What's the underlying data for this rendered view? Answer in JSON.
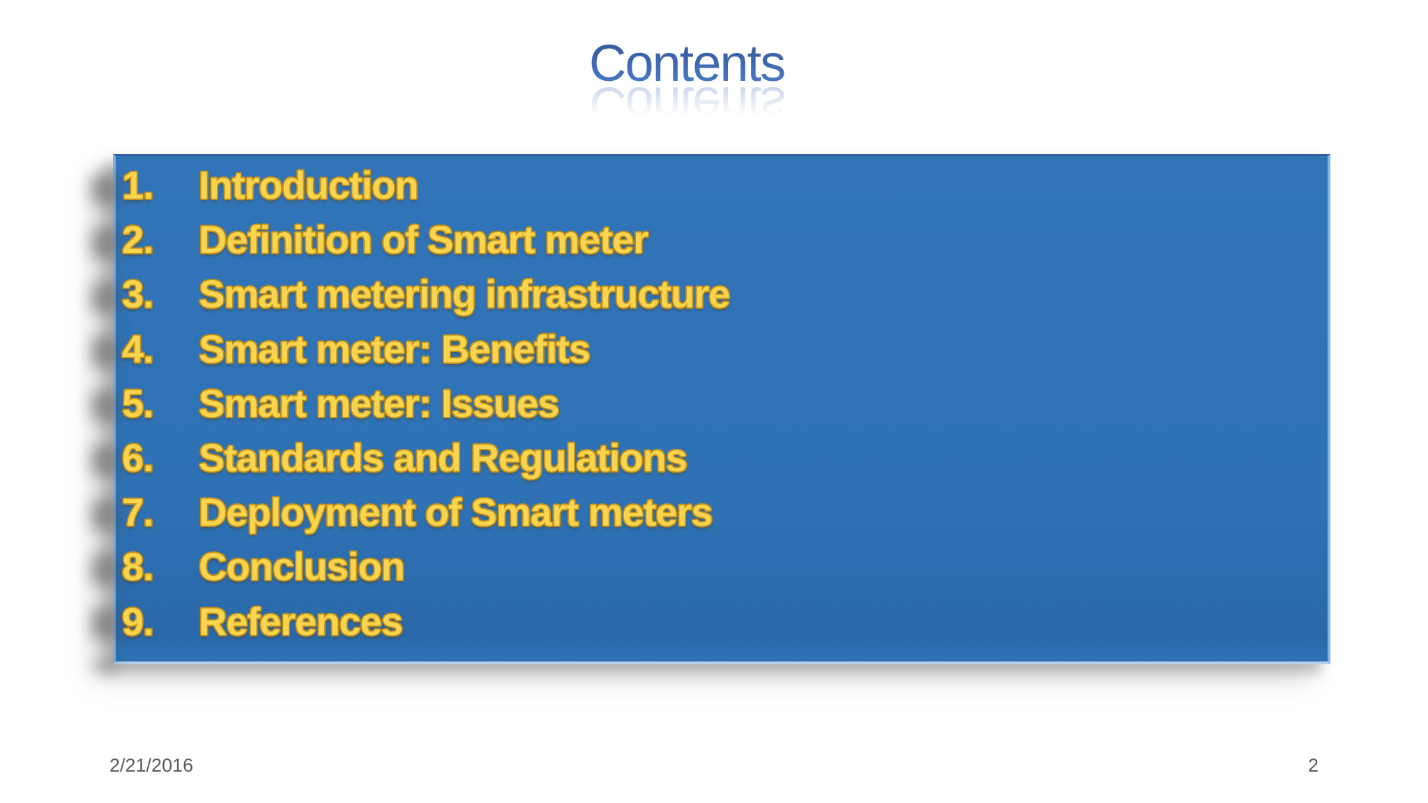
{
  "slide": {
    "title": "Contents",
    "contents": {
      "items": [
        {
          "number": "1.",
          "label": "Introduction"
        },
        {
          "number": "2.",
          "label": "Definition of Smart meter"
        },
        {
          "number": "3.",
          "label": "Smart metering infrastructure"
        },
        {
          "number": "4.",
          "label": "Smart meter: Benefits"
        },
        {
          "number": "5.",
          "label": "Smart meter: Issues"
        },
        {
          "number": "6.",
          "label": "Standards and Regulations"
        },
        {
          "number": "7.",
          "label": "Deployment of Smart meters"
        },
        {
          "number": "8.",
          "label": "Conclusion"
        },
        {
          "number": "9.",
          "label": "References"
        }
      ]
    },
    "footer": {
      "date": "2/21/2016",
      "slide_number": "2"
    },
    "colors": {
      "box_blue": "#2e72b5",
      "box_bevel_light": "#b4d0ea",
      "list_yellow": "#f9d44e",
      "list_outline_gold": "#c28e17",
      "title_blue_top": "#35589d",
      "title_blue_bottom": "#4e7ece",
      "footer_gray": "#5a5a5a"
    }
  }
}
